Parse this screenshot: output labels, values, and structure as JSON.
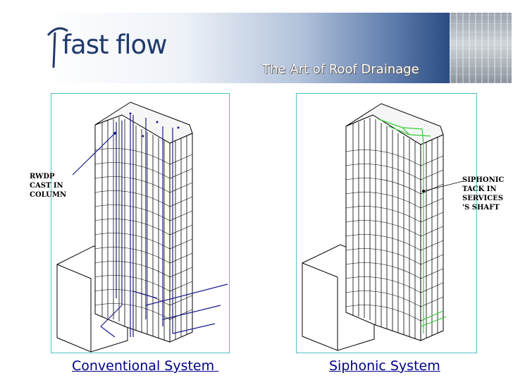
{
  "header": {
    "logo_text": "fast flow",
    "tagline": "The Art of Roof Drainage"
  },
  "diagrams": {
    "left": {
      "callout": "RWDP\nCAST IN\nCOLUMN",
      "caption": "Conventional System ",
      "pipe_color": "#1a1a8c"
    },
    "right": {
      "callout": "SIPHONIC\nTACK IN\nSERVICES\n'S SHAFT",
      "caption": "Siphonic System",
      "pipe_color": "#33cc33"
    }
  },
  "colors": {
    "panel_border": "#4fc2c4",
    "caption": "#00008b",
    "banner_dark": "#24406f"
  }
}
